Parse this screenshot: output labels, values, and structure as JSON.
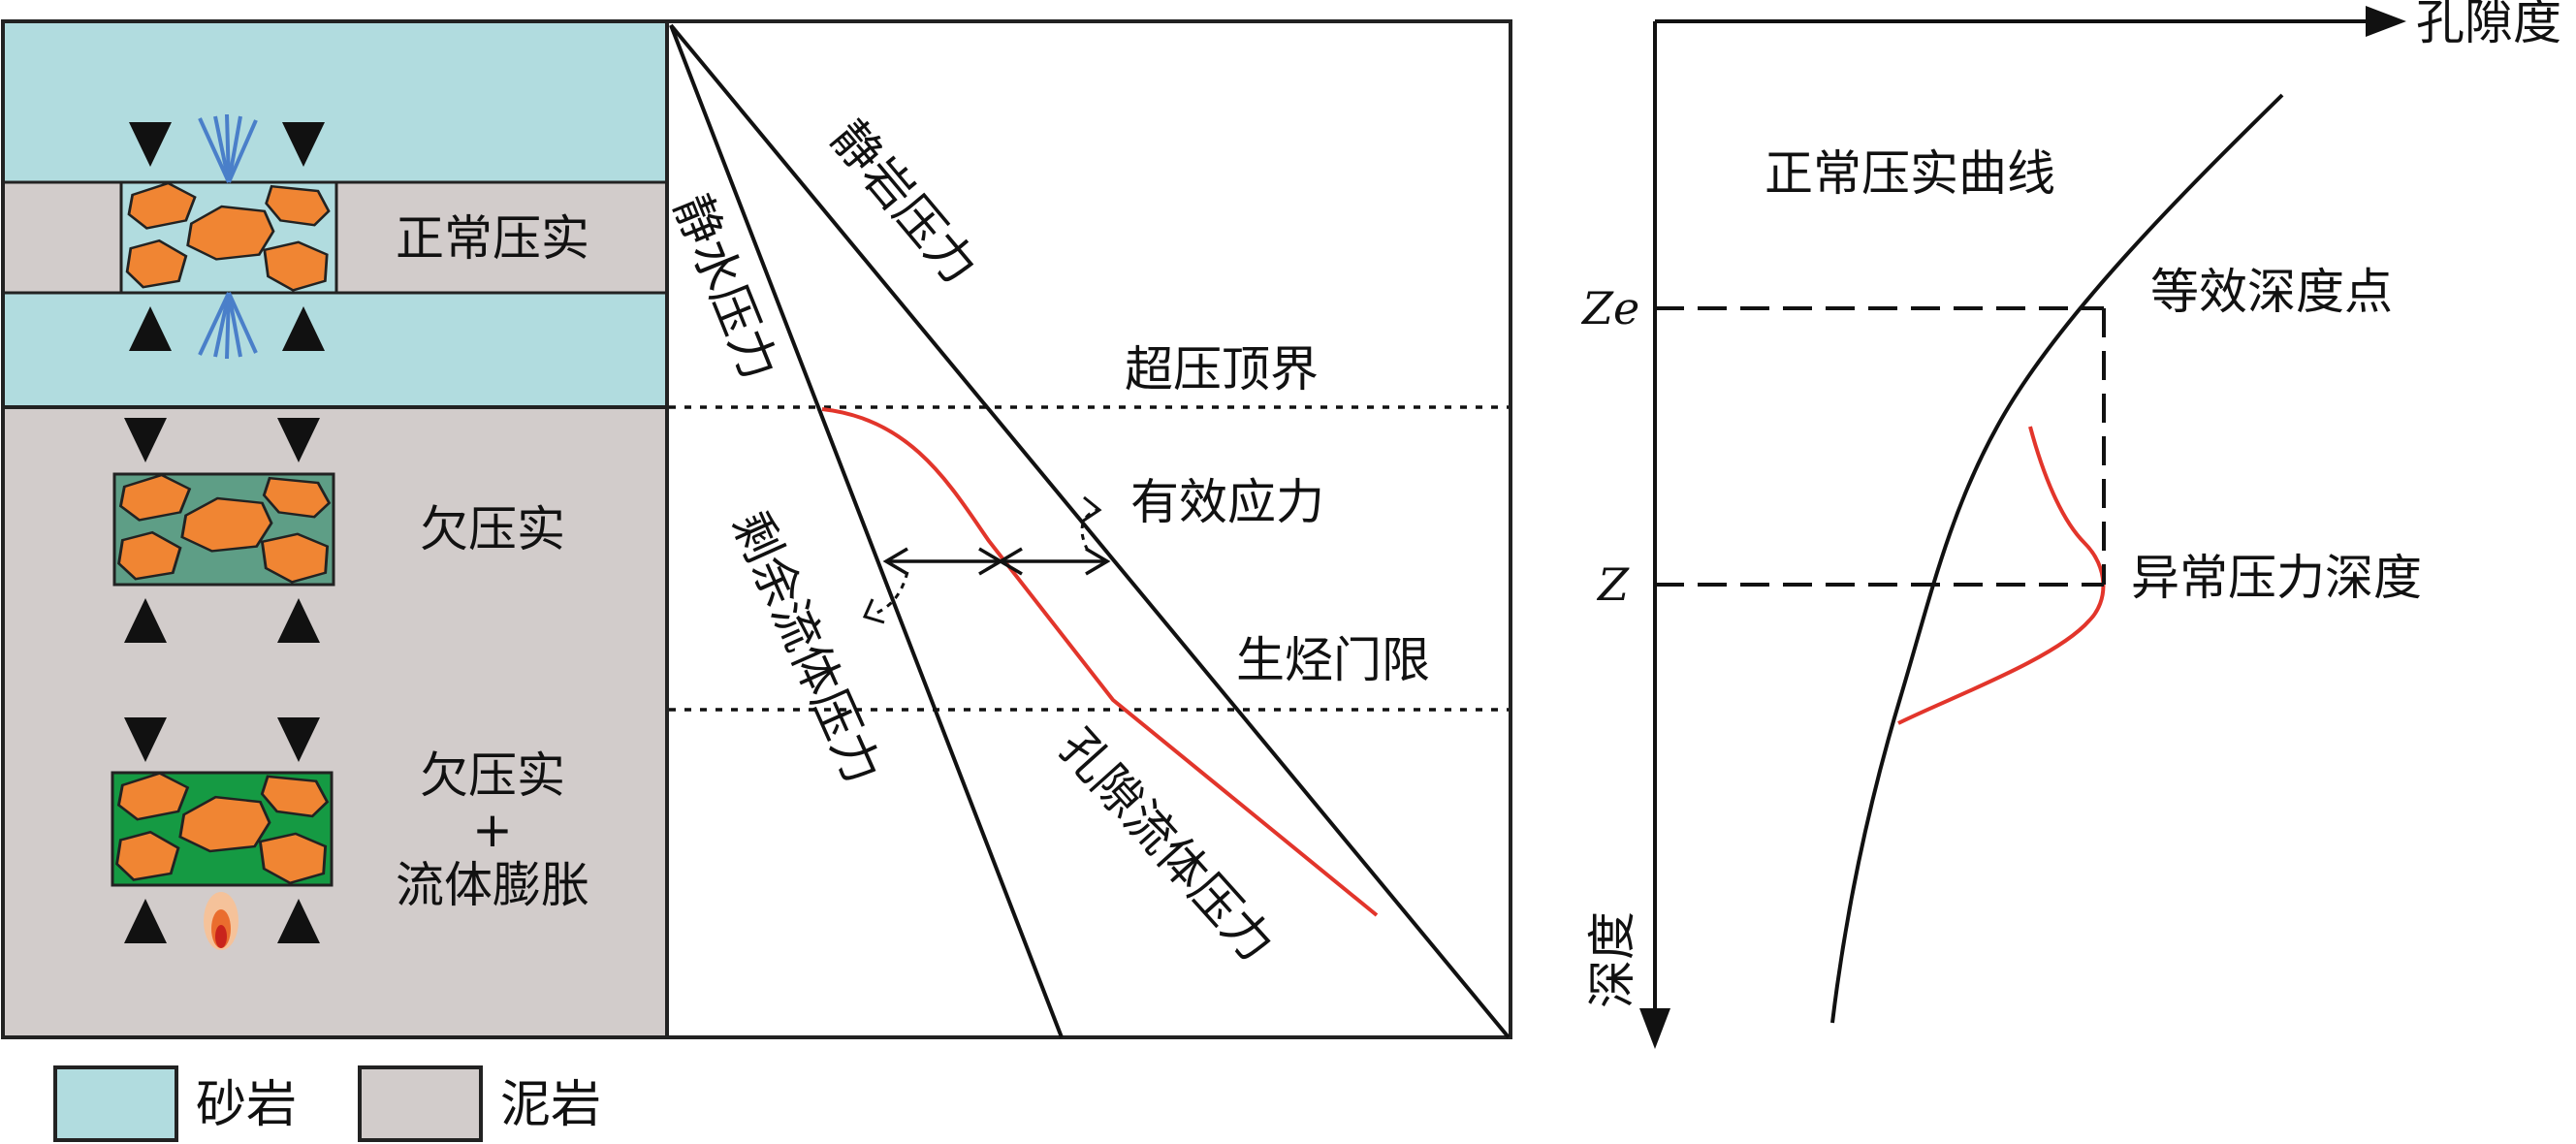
{
  "left_panel": {
    "normal_compaction": "正常压实",
    "undercompaction": "欠压实",
    "undercompaction_expansion_1": "欠压实",
    "undercompaction_expansion_2": "+",
    "undercompaction_expansion_3": "流体膨胀"
  },
  "middle_panel": {
    "hydrostatic_pressure": "静水压力",
    "lithostatic_pressure": "静岩压力",
    "overpressure_top": "超压顶界",
    "effective_stress": "有效应力",
    "residual_fluid_pressure": "剩余流体压力",
    "hydrocarbon_threshold": "生烃门限",
    "pore_fluid_pressure": "孔隙流体压力"
  },
  "right_panel": {
    "porosity_axis": "孔隙度",
    "depth_axis": "深度",
    "normal_curve": "正常压实曲线",
    "equivalent_depth_point": "等效深度点",
    "abnormal_pressure_depth": "异常压力深度",
    "ze_label": "Ze",
    "z_label": "Z"
  },
  "legend": {
    "sandstone": "砂岩",
    "mudstone": "泥岩"
  },
  "colors": {
    "sandstone": "#b1dcdf",
    "mudstone": "#d2cccb",
    "grain": "#f08533",
    "matrix_normal": "#b1dcdf",
    "matrix_under": "#5e9e86",
    "matrix_fluid": "#159a43",
    "fluid_arrow": "#4a7fc9",
    "pore_pressure_curve": "#e2352b"
  }
}
